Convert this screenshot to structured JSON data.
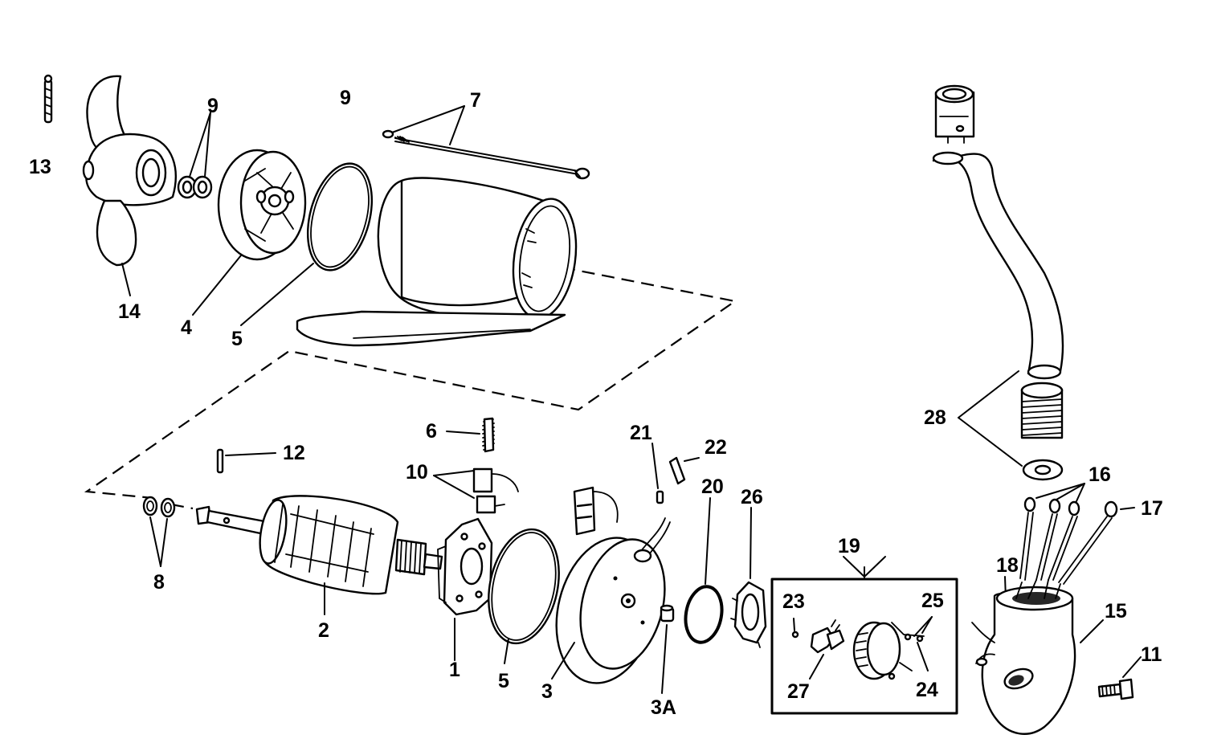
{
  "diagram": {
    "callouts": {
      "c13": "13",
      "c14": "14",
      "c9a": "9",
      "c9b": "9",
      "c4": "4",
      "c5a": "5",
      "c7": "7",
      "c12": "12",
      "c6": "6",
      "c10": "10",
      "c21": "21",
      "c22": "22",
      "c20": "20",
      "c26": "26",
      "c8": "8",
      "c2": "2",
      "c1": "1",
      "c5b": "5",
      "c3": "3",
      "c3a": "3A",
      "c19": "19",
      "c23": "23",
      "c25": "25",
      "c27": "27",
      "c24": "24",
      "c28": "28",
      "c16": "16",
      "c17": "17",
      "c18": "18",
      "c15": "15",
      "c11": "11"
    }
  }
}
